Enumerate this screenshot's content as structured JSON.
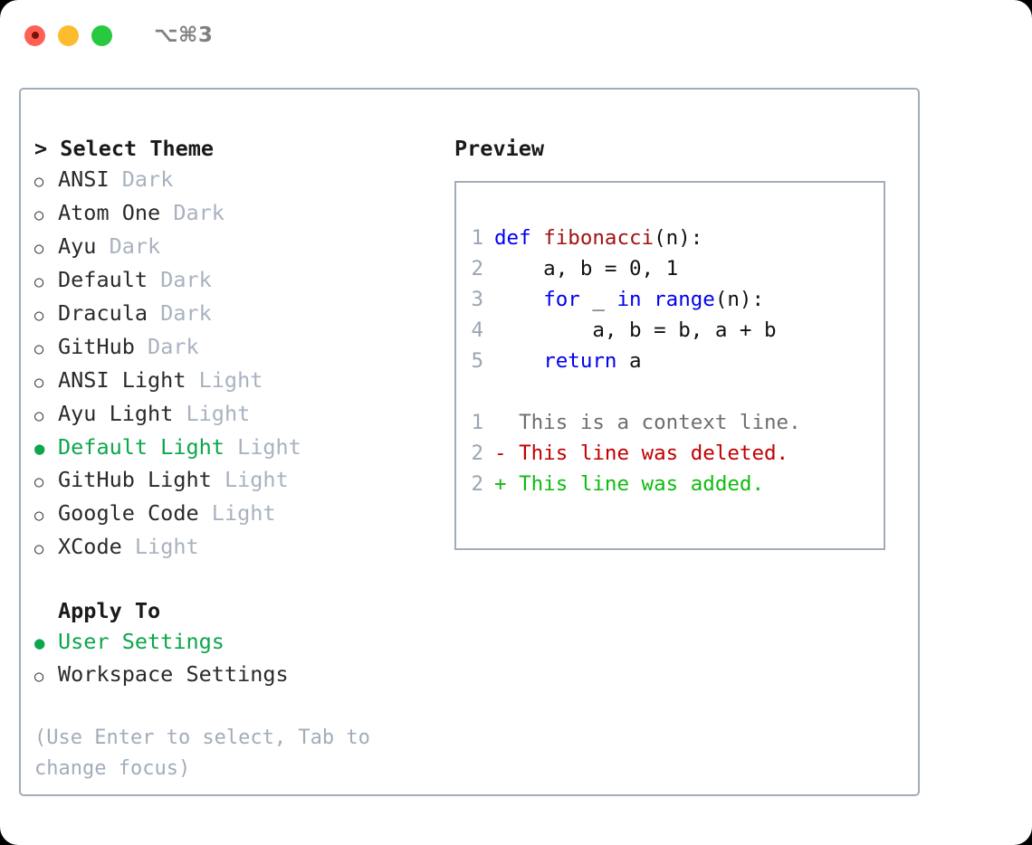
{
  "titlebar": {
    "shortcut": "⌥⌘3",
    "buttons": [
      {
        "name": "close",
        "color": "#FF6054"
      },
      {
        "name": "minimize",
        "color": "#FDBC2E"
      },
      {
        "name": "maximize",
        "color": "#28C83F"
      }
    ]
  },
  "theme_list": {
    "header": "> Select Theme",
    "focused": true,
    "bullet_on": "●",
    "bullet_off": "○",
    "items": [
      {
        "marker": "○",
        "name": "ANSI",
        "badge": "Dark",
        "selected": false
      },
      {
        "marker": "○",
        "name": "Atom One",
        "badge": "Dark",
        "selected": false
      },
      {
        "marker": "○",
        "name": "Ayu",
        "badge": "Dark",
        "selected": false
      },
      {
        "marker": "○",
        "name": "Default",
        "badge": "Dark",
        "selected": false
      },
      {
        "marker": "○",
        "name": "Dracula",
        "badge": "Dark",
        "selected": false
      },
      {
        "marker": "○",
        "name": "GitHub",
        "badge": "Dark",
        "selected": false
      },
      {
        "marker": "○",
        "name": "ANSI Light",
        "badge": "Light",
        "selected": false
      },
      {
        "marker": "○",
        "name": "Ayu Light",
        "badge": "Light",
        "selected": false
      },
      {
        "marker": "●",
        "name": "Default Light",
        "badge": "Light",
        "selected": true
      },
      {
        "marker": "○",
        "name": "GitHub Light",
        "badge": "Light",
        "selected": false
      },
      {
        "marker": "○",
        "name": "Google Code",
        "badge": "Light",
        "selected": false
      },
      {
        "marker": "○",
        "name": "XCode",
        "badge": "Light",
        "selected": false
      }
    ]
  },
  "apply_to": {
    "label": "Apply To",
    "items": [
      {
        "marker": "●",
        "name": "User Settings",
        "selected": true
      },
      {
        "marker": "○",
        "name": "Workspace Settings",
        "selected": false
      }
    ]
  },
  "hint": "(Use Enter to select, Tab to change focus)",
  "preview": {
    "title": "Preview",
    "code_lines": [
      {
        "num": "1",
        "tokens": [
          {
            "t": "def",
            "c": "kw"
          },
          {
            "t": " ",
            "c": "plain"
          },
          {
            "t": "fibonacci",
            "c": "fn"
          },
          {
            "t": "(n):",
            "c": "plain"
          }
        ]
      },
      {
        "num": "2",
        "tokens": [
          {
            "t": "    a, b = 0, 1",
            "c": "plain"
          }
        ]
      },
      {
        "num": "3",
        "tokens": [
          {
            "t": "    ",
            "c": "plain"
          },
          {
            "t": "for",
            "c": "kw"
          },
          {
            "t": " _ ",
            "c": "plain"
          },
          {
            "t": "in",
            "c": "kw"
          },
          {
            "t": " ",
            "c": "plain"
          },
          {
            "t": "range",
            "c": "kw"
          },
          {
            "t": "(n):",
            "c": "plain"
          }
        ]
      },
      {
        "num": "4",
        "tokens": [
          {
            "t": "        a, b = b, a + b",
            "c": "plain"
          }
        ]
      },
      {
        "num": "5",
        "tokens": [
          {
            "t": "    ",
            "c": "plain"
          },
          {
            "t": "return",
            "c": "kw"
          },
          {
            "t": " a",
            "c": "plain"
          }
        ]
      }
    ],
    "diff_lines": [
      {
        "num": "1",
        "sign": " ",
        "text": " This is a context line.",
        "kind": "ctx"
      },
      {
        "num": "2",
        "sign": "-",
        "text": " This line was deleted.",
        "kind": "del"
      },
      {
        "num": "2",
        "sign": "+",
        "text": " This line was added.",
        "kind": "add"
      }
    ]
  },
  "colors": {
    "accent_green": "#0CA64B",
    "border": "#A2ACBA",
    "muted": "#A8B2C0",
    "keyword": "#0000EE",
    "function": "#A11212",
    "diff_add": "#10BB10",
    "diff_del": "#C00000",
    "context": "#6E6E6E"
  }
}
